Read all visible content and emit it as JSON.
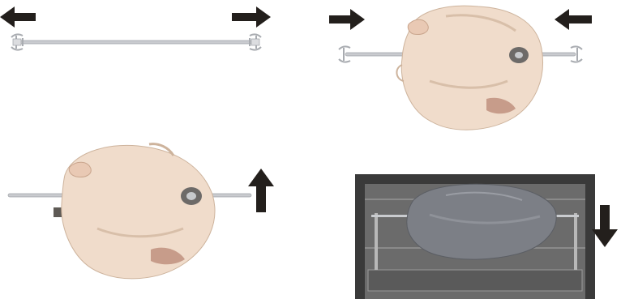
{
  "steps": [
    {
      "id": "step-1",
      "description_icons": [
        "arrow-left-icon",
        "arrow-right-icon"
      ],
      "arrow_directions": [
        "left",
        "right"
      ]
    },
    {
      "id": "step-2",
      "description_icons": [
        "arrow-right-icon",
        "arrow-left-icon"
      ],
      "arrow_directions": [
        "right",
        "left"
      ]
    },
    {
      "id": "step-3",
      "description_icons": [
        "arrow-up-icon"
      ],
      "arrow_directions": [
        "up"
      ]
    },
    {
      "id": "step-4",
      "description_icons": [
        "arrow-down-icon"
      ],
      "arrow_directions": [
        "down"
      ]
    }
  ],
  "colors": {
    "arrow": "#231f1c",
    "skewer": "#c9cbcf",
    "poultry": "#f0dccb",
    "poultry_shadow": "#d8bfa9",
    "oven_frame": "#3a3a3a",
    "oven_interior": "#6b6b6b",
    "roast": "#7c7f86"
  }
}
